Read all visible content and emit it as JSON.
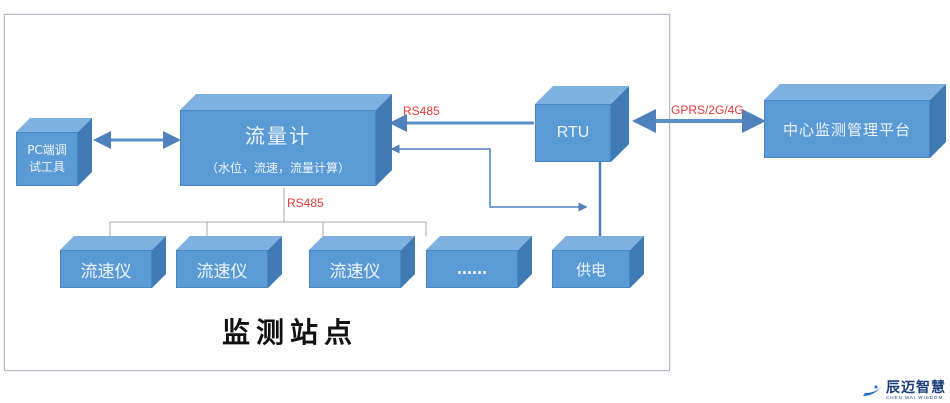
{
  "diagram": {
    "station_label": "监测站点",
    "nodes": {
      "pc_tool": {
        "line1": "PC端调",
        "line2": "试工具"
      },
      "flowmeter": {
        "title": "流量计",
        "subtitle": "（水位，流速，流量计算）"
      },
      "rtu": {
        "label": "RTU"
      },
      "platform": {
        "label": "中心监测管理平台"
      },
      "power": {
        "label": "供电"
      },
      "sensors": [
        {
          "label": "流速仪"
        },
        {
          "label": "流速仪"
        },
        {
          "label": "流速仪"
        },
        {
          "label": "……"
        }
      ]
    },
    "links": {
      "rtu_to_flowmeter": "RS485",
      "flowmeter_to_sensors": "RS485",
      "rtu_to_platform": "GPRS/2G/4G"
    },
    "colors": {
      "box_front": "#5b9bd5",
      "box_top": "#7fb1e0",
      "box_side": "#3f7ab5",
      "link_label": "#e23b3b",
      "connector": "#4f81bd"
    }
  },
  "logo": {
    "name_cn": "辰迈智慧",
    "name_en": "CHEN MAI WISDOM"
  }
}
